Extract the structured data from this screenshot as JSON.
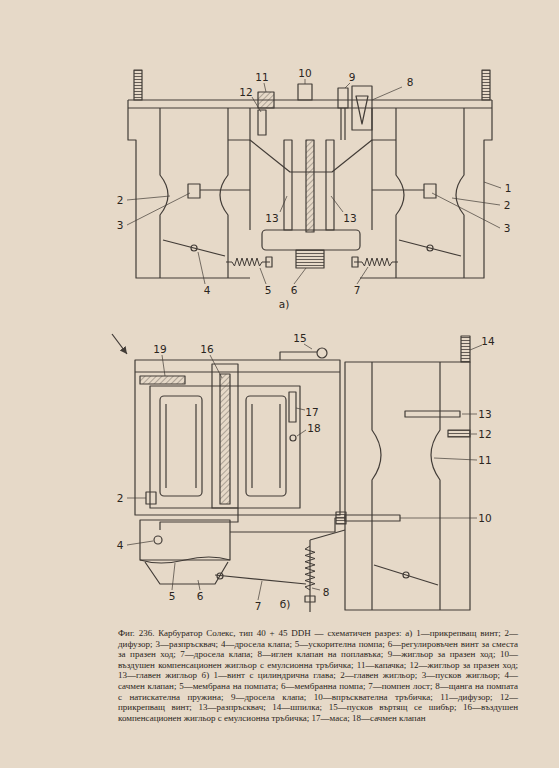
{
  "diagram": {
    "caption": "Фиг. 236. Карбуратор Солекс, тип 40 + 45 DDH — схематичен разрез: а) 1—прикрепващ винт; 2—дифузор; 3—разпръсквач; 4—дросела клапа; 5—ускорителна помпа; 6—регулировъчен винт за сместа за празен ход; 7—дросела клапа; 8—иглен клапан на поплавъка; 9—жигльор за празен ход; 10—въздушен компенсационен жигльор с емулсионна тръбичка; 11—капачка; 12—жигльор за празен ход; 13—главен жигльор б) 1—винт с цилиндрична глава; 2—главен жигльор; 3—пусков жигльор; 4—сачмен клапан; 5—мембрана на помпата; 6—мембранна помпа; 7—помпен лост; 8—щанга на помпата с натискателна пружина; 9—дросела клапа; 10—впръсквателна тръбичка; 11—дифузор; 12—прикрепващ винт; 13—разпръсквач; 14—шпилка; 15—пусков въртящ се шибър; 16—въздушен компенсационен жигльор с емулсионна тръбичка; 17—маса; 18—сачмен клапан",
    "labels": [
      "11",
      "10",
      "9",
      "8",
      "12",
      "1",
      "2",
      "3",
      "2",
      "3",
      "13",
      "13",
      "4",
      "5",
      "6",
      "7",
      "а)",
      "15",
      "16",
      "19",
      "17",
      "18",
      "2",
      "4",
      "5",
      "6",
      "7",
      "8",
      "б)",
      "14",
      "13",
      "12",
      "11",
      "10"
    ]
  }
}
